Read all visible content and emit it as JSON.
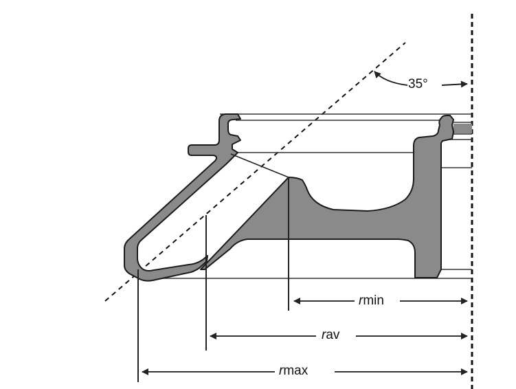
{
  "diagram": {
    "subject": "Wheel/disk cross-section with cone angle and radii",
    "angle_label": "35°",
    "labels": {
      "r_min": {
        "symbol": "r",
        "subscript": "min"
      },
      "r_av": {
        "symbol": "r",
        "subscript": "av"
      },
      "r_max": {
        "symbol": "r",
        "subscript": "max"
      }
    },
    "colors": {
      "section_fill": "#8a8a8a",
      "outline": "#1a1a1a",
      "background": "#ffffff"
    }
  }
}
